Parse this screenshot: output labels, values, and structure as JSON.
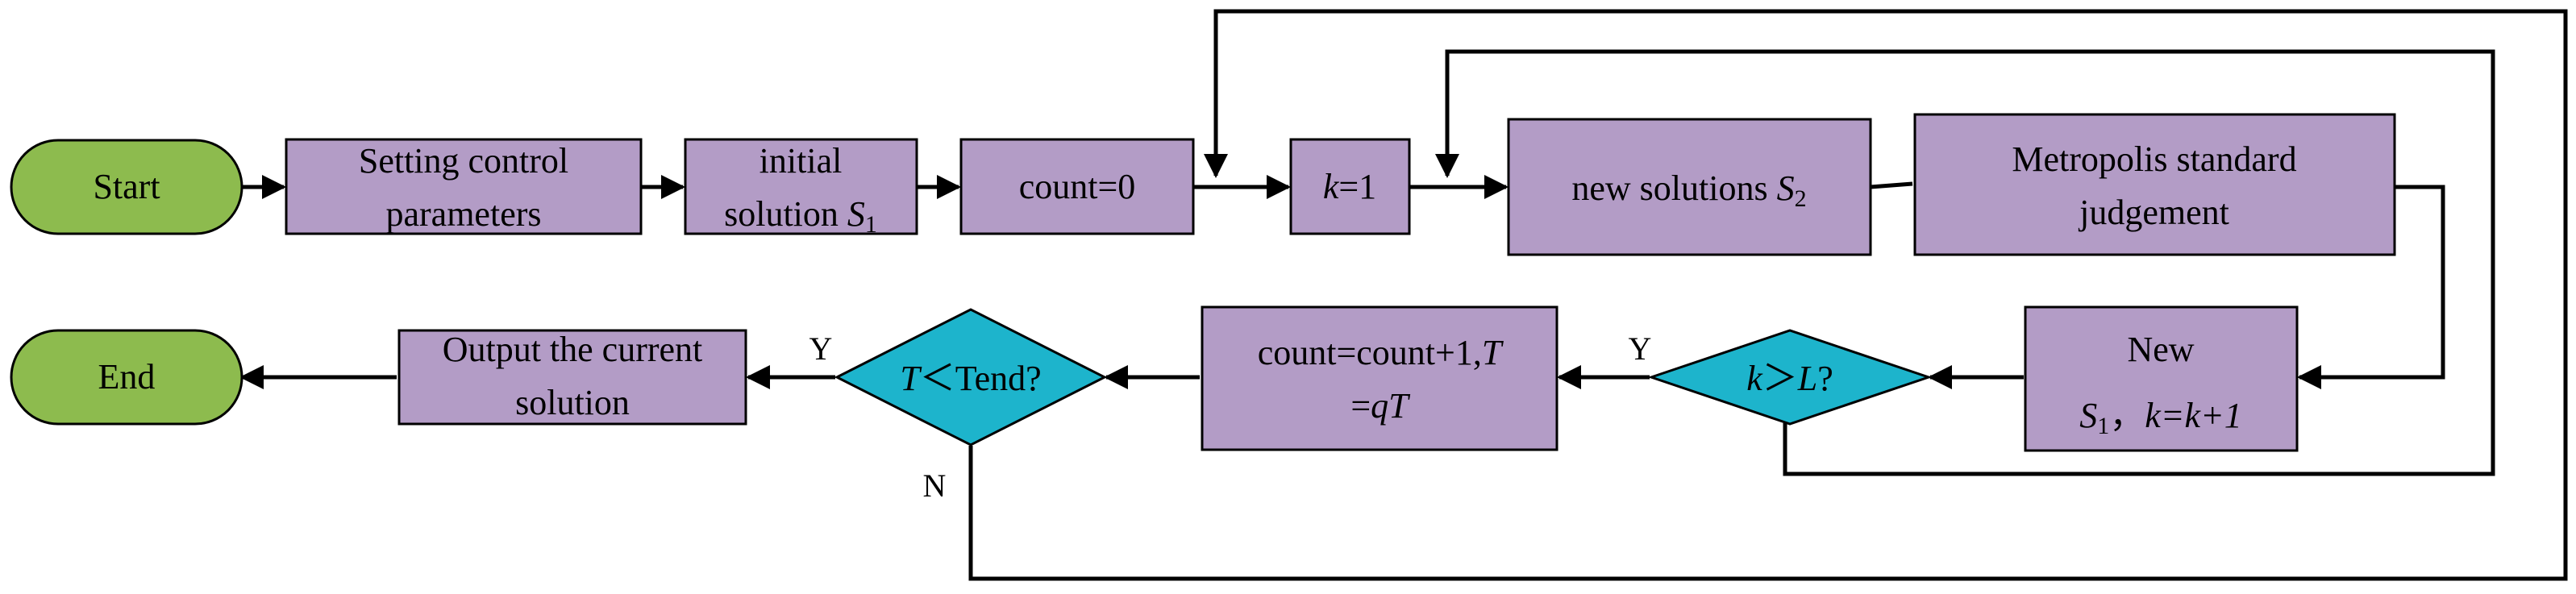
{
  "colors": {
    "process_fill": "#B39CC6",
    "terminal_fill": "#8DBB4E",
    "decision_fill": "#1DB4CC",
    "stroke": "#000000"
  },
  "terminals": {
    "start": "Start",
    "end": "End"
  },
  "processes": {
    "setting_line1": "Setting control",
    "setting_line2": "parameters",
    "initial_line1": "initial",
    "initial_line2_text": "solution ",
    "initial_line2_var": "S",
    "initial_line2_sub": "1",
    "count0": "count=0",
    "k1_var": "k",
    "k1_rest": "=1",
    "newsol_text": "new solutions ",
    "newsol_var": "S",
    "newsol_sub": "2",
    "metro_line1": "Metropolis standard",
    "metro_line2": "judgement",
    "new_line1": "New",
    "new_line2_var1": "S",
    "new_line2_sub": "1",
    "new_line2_sep": "，",
    "new_line2_expr": "k=k+1",
    "update_line1_text": "count=count+1,",
    "update_line1_var": "T",
    "update_line2_eq": "=",
    "update_line2_var": "qT",
    "output_line1": "Output the current",
    "output_line2": "solution"
  },
  "decisions": {
    "kl_var1": "k",
    "kl_op": "＞",
    "kl_var2": "L",
    "kl_q": "?",
    "tt_var": "T",
    "tt_op": "＜",
    "tt_rest": "Tend?"
  },
  "edge_labels": {
    "kl_yes": "Y",
    "tt_yes": "Y",
    "tt_no": "N"
  }
}
